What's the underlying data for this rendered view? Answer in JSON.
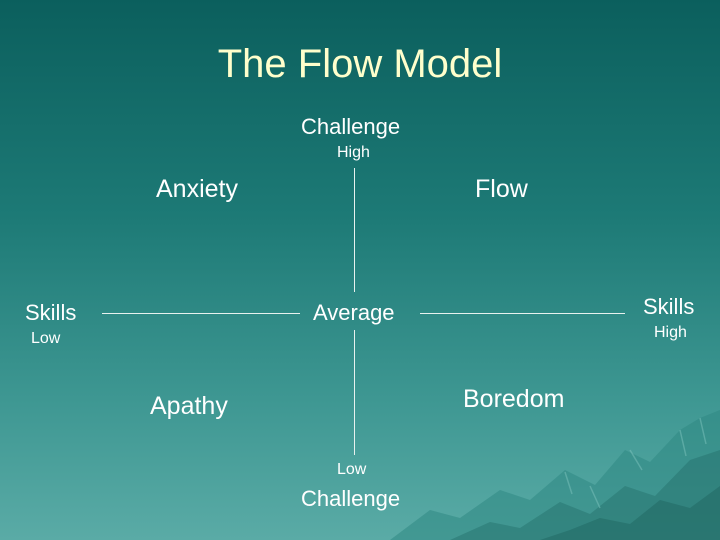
{
  "slide": {
    "title": "The Flow Model",
    "colors": {
      "title": "#ffffcc",
      "text": "#ffffff",
      "axis": "#e8f1ef",
      "background_top": "#0b5f5d",
      "background_bottom": "#5aaba6"
    }
  },
  "axes": {
    "vertical": {
      "label_top": "Challenge",
      "high": "High",
      "low": "Low",
      "label_bottom": "Challenge"
    },
    "horizontal": {
      "label_left": "Skills",
      "low": "Low",
      "label_right": "Skills",
      "high": "High"
    },
    "center": "Average"
  },
  "quadrants": {
    "top_left": "Anxiety",
    "top_right": "Flow",
    "bottom_left": "Apathy",
    "bottom_right": "Boredom"
  }
}
